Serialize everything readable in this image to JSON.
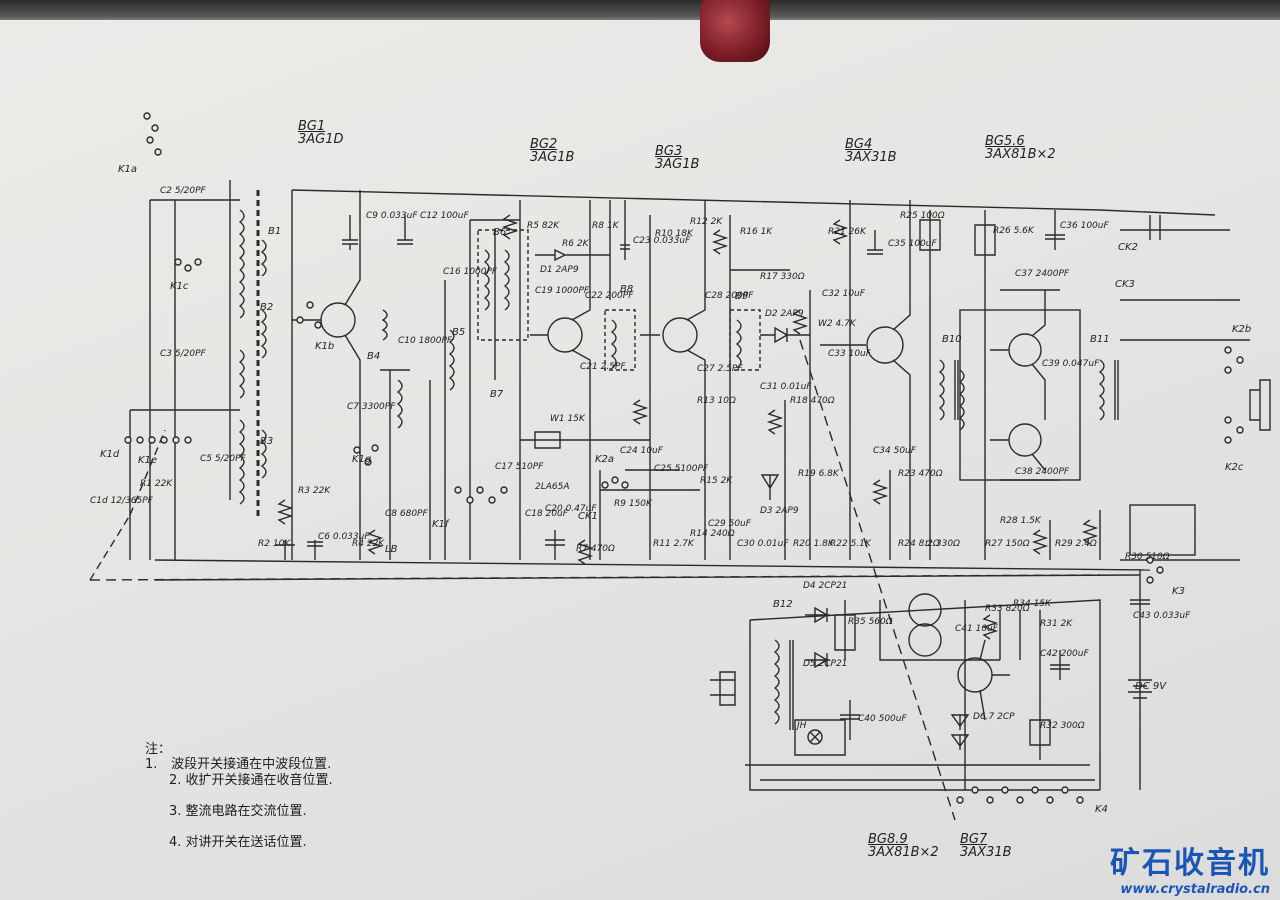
{
  "stages": {
    "bg1": {
      "name": "BG1",
      "model": "3AG1D"
    },
    "bg2": {
      "name": "BG2",
      "model": "3AG1B"
    },
    "bg3": {
      "name": "BG3",
      "model": "3AG1B"
    },
    "bg4": {
      "name": "BG4",
      "model": "3AX31B"
    },
    "bg56": {
      "name": "BG5.6",
      "model": "3AX81B×2"
    },
    "bg89": {
      "name": "BG8.9",
      "model": "3AX81B×2"
    },
    "bg7": {
      "name": "BG7",
      "model": "3AX31B"
    }
  },
  "components": {
    "k1a": "K1a",
    "k1c": "K1c",
    "k1b": "K1b",
    "k1e": "K1e",
    "k1d": "K1d",
    "k1f": "K1f",
    "k1g": "K1g",
    "k2a": "K2a",
    "k2b": "K2b",
    "k2c": "K2c",
    "k3": "K3",
    "k4": "K4",
    "ck1": "CK1",
    "ck2": "CK2",
    "ck3": "CK3",
    "b1": "B1",
    "b2": "B2",
    "b3": "B3",
    "b4": "B4",
    "b5": "B5",
    "b6": "B6",
    "b7": "B7",
    "b8": "B8",
    "b9": "B9",
    "b10": "B10",
    "b11": "B11",
    "b12": "B12",
    "lb": "LB",
    "c2": "C2 5/20PF",
    "c1d": "C1d 12/365PF",
    "c3": "C3 5/20PF",
    "c5": "C5 5/20PF",
    "c6": "C6 0.033uF",
    "c7": "C7 3300PF",
    "c8": "C8 680PF",
    "c9": "C9 0.033uF",
    "c10": "C10 1800PF",
    "c12": "C12 100uF",
    "c16": "C16 1000PF",
    "c19": "C19 1000PF",
    "c17": "C17 510PF",
    "c18": "C18 20uF",
    "c20": "C20 0.47uF",
    "c21": "C21 2.5PF",
    "c22": "C22 200PF",
    "c23": "C23 0.033uF",
    "c25": "C25 5100PF",
    "c24": "C24 10uF",
    "c27": "C27 2.5PF",
    "c28": "C28 200PF",
    "c29": "C29 50uF",
    "c30": "C30 0.01uF",
    "c31": "C31 0.01uF",
    "c32": "C32 10uF",
    "c33": "C33 10uF",
    "c34": "C34 50uF",
    "c35": "C35 100uF",
    "c36": "C36 100uF",
    "c37": "C37 2400PF",
    "c38": "C38 2400PF",
    "c39": "C39 0.047uF",
    "c40": "C40 500uF",
    "c41": "C41 10uF",
    "c42": "C42 200uF",
    "c43": "C43 0.033uF",
    "r1": "R1 22K",
    "r2": "R2 10K",
    "r3": "R3 22K",
    "r4": "R4 22K",
    "r5": "R5 82K",
    "r6": "R6 2K",
    "r7": "R7 470Ω",
    "r8": "R8 1K",
    "r9": "R9 150K",
    "r10": "R10 18K",
    "r11": "R11 2.7K",
    "r12": "R12 2K",
    "r13": "R13 10Ω",
    "r14": "R14 240Ω",
    "r15": "R15 2K",
    "r16": "R16 1K",
    "r17": "R17 330Ω",
    "r18": "R18 470Ω",
    "r19": "R19 6.8K",
    "r20": "R20 1.8K",
    "r21": "R21 26K",
    "r22": "R22 5.1K",
    "r23": "R23 470Ω",
    "r24": "R24 8.2Ω",
    "r25": "R25 100Ω",
    "r26": "R26 5.6K",
    "r27": "R27 150Ω",
    "r28": "R28 1.5K",
    "r29": "R29 2.4Ω",
    "r30": "R30 510Ω",
    "r31": "R31 2K",
    "r32": "R32 300Ω",
    "r33": "R33 820Ω",
    "r34": "R34 15K",
    "r35": "R35 560Ω",
    "rt": "t° 330Ω",
    "w1": "W1 15K",
    "w2": "W2 4.7K",
    "d1": "D1 2AP9",
    "d2": "D2 2AP9",
    "d3": "D3 2AP9",
    "d4": "D4 2CP21",
    "d5": "D5 2CP21",
    "d67": "D6.7 2CP",
    "zl": "2LA65A",
    "ind": "JH",
    "dc": "DC 9V"
  },
  "notes": [
    {
      "num": "注：1.",
      "text": "波段开关接通在中波段位置."
    },
    {
      "num": "2.",
      "text": "收扩开关接通在收音位置."
    },
    {
      "num": "3.",
      "text": "整流电路在交流位置."
    },
    {
      "num": "4.",
      "text": "对讲开关在送话位置."
    }
  ],
  "watermark": {
    "name": "矿石收音机",
    "url": "www.crystalradio.cn"
  },
  "colors": {
    "ink": "#2a2a2a",
    "paper": "#e6e6e4",
    "watermark": "#1a56b8",
    "knob": "#7e1f27"
  }
}
